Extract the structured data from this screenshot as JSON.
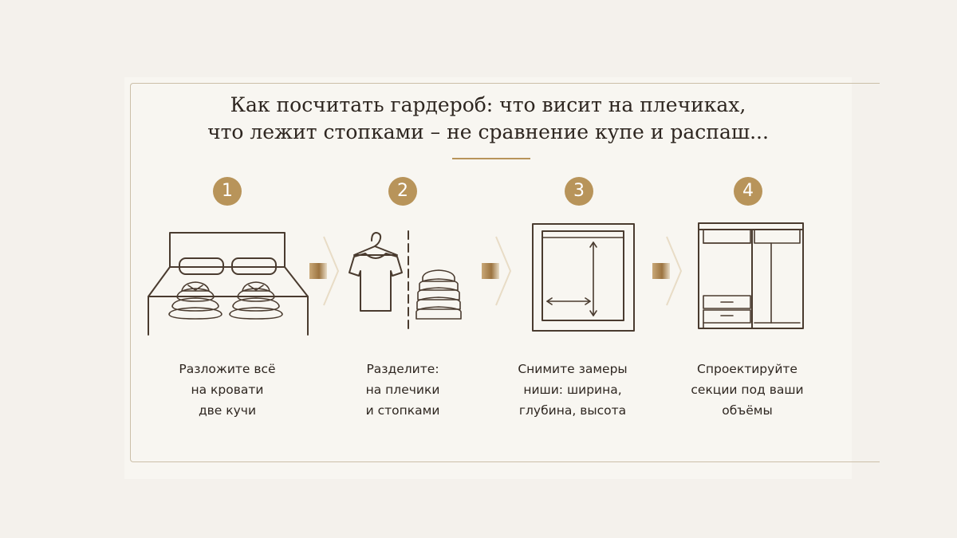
{
  "title": {
    "line1": "Как посчитать гардероб: что висит на плечиках,",
    "line2": "что лежит стопками – не сравнение купе и распаш..."
  },
  "colors": {
    "accent": "#b8945a",
    "line": "#4a3b2f",
    "background": "#f4f1ec",
    "card": "#f8f6f1"
  },
  "steps": [
    {
      "number": "1",
      "icon": "bed-with-clothes-piles-icon",
      "caption": [
        "Разложите всё",
        "на кровати",
        "две кучи"
      ]
    },
    {
      "number": "2",
      "icon": "hanger-shirt-and-folded-stack-icon",
      "caption": [
        "Разделите:",
        "на плечики",
        "и стопками"
      ]
    },
    {
      "number": "3",
      "icon": "niche-measurement-icon",
      "caption": [
        "Снимите замеры",
        "ниши: ширина,",
        "глубина, высота"
      ]
    },
    {
      "number": "4",
      "icon": "wardrobe-sections-icon",
      "caption": [
        "Спроектируйте",
        "секции под ваши",
        "объёмы"
      ]
    }
  ],
  "arrow_icon": "gold-arrow-right-icon"
}
